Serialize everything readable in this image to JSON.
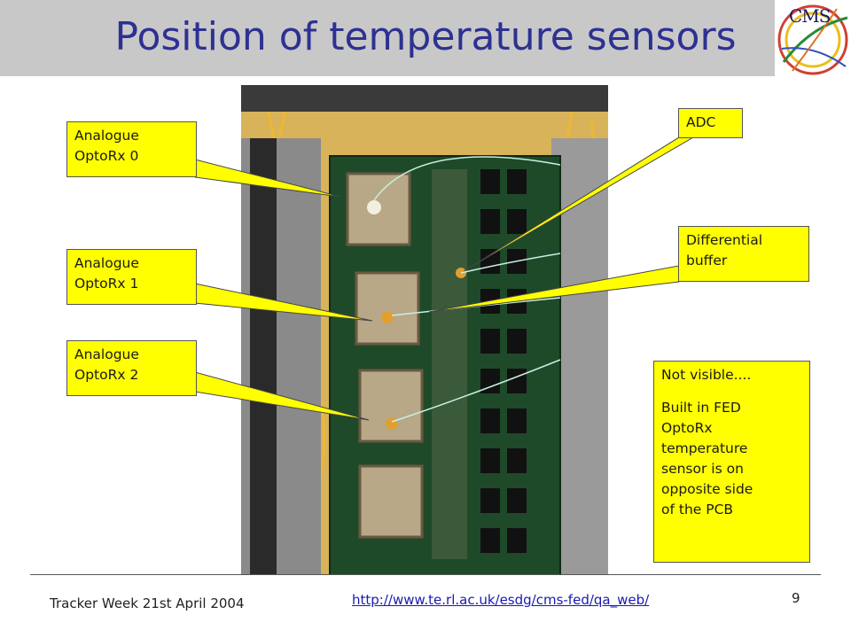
{
  "slide": {
    "title": "Position of temperature sensors",
    "logo_text": "CMS"
  },
  "callouts": {
    "optorx0": [
      "Analogue",
      "OptoRx 0"
    ],
    "optorx1": [
      "Analogue",
      "OptoRx 1"
    ],
    "optorx2": [
      "Analogue",
      "OptoRx 2"
    ],
    "adc": [
      "ADC"
    ],
    "diffbuf": [
      "Differential",
      "buffer"
    ],
    "note_head": "Not visible....",
    "note_body": [
      "Built in FED",
      "OptoRx",
      "temperature",
      "sensor is on",
      "opposite side",
      "of the PCB"
    ]
  },
  "footer": {
    "left": "Tracker Week 21st April 2004",
    "url": "http://www.te.rl.ac.uk/esdg/cms-fed/qa_web/",
    "page": "9"
  },
  "colors": {
    "title": "#2e3192",
    "callout": "#ffff00",
    "pcb": "#1f4a2a",
    "fiber": "#e8a321"
  }
}
